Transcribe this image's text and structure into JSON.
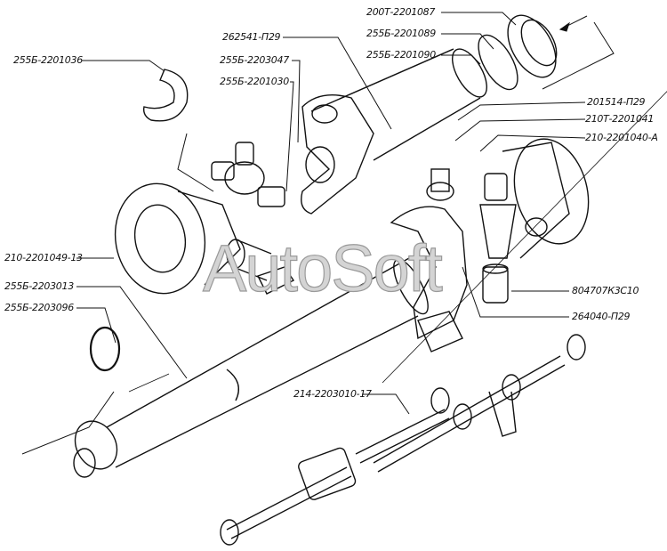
{
  "watermark": "AutoSoft",
  "labels": {
    "p200t_2201087": "200Т-2201087",
    "p255b_2201089": "255Б-2201089",
    "p255b_2201090": "255Б-2201090",
    "p262541_p29": "262541-П29",
    "p255b_2203047": "255Б-2203047",
    "p255b_2201030": "255Б-2201030",
    "p255b_2201036": "255Б-2201036",
    "p201514_p29": "201514-П29",
    "p210t_2201041": "210Т-2201041",
    "p210_2201040_a": "210-2201040-А",
    "p210_2201049_13": "210-2201049-13",
    "p255b_2203013": "255Б-2203013",
    "p255b_2203096": "255Б-2203096",
    "p804707k3s10": "804707К3С10",
    "p264040_p29": "264040-П29",
    "p214_2203010_17": "214-2203010-17"
  }
}
